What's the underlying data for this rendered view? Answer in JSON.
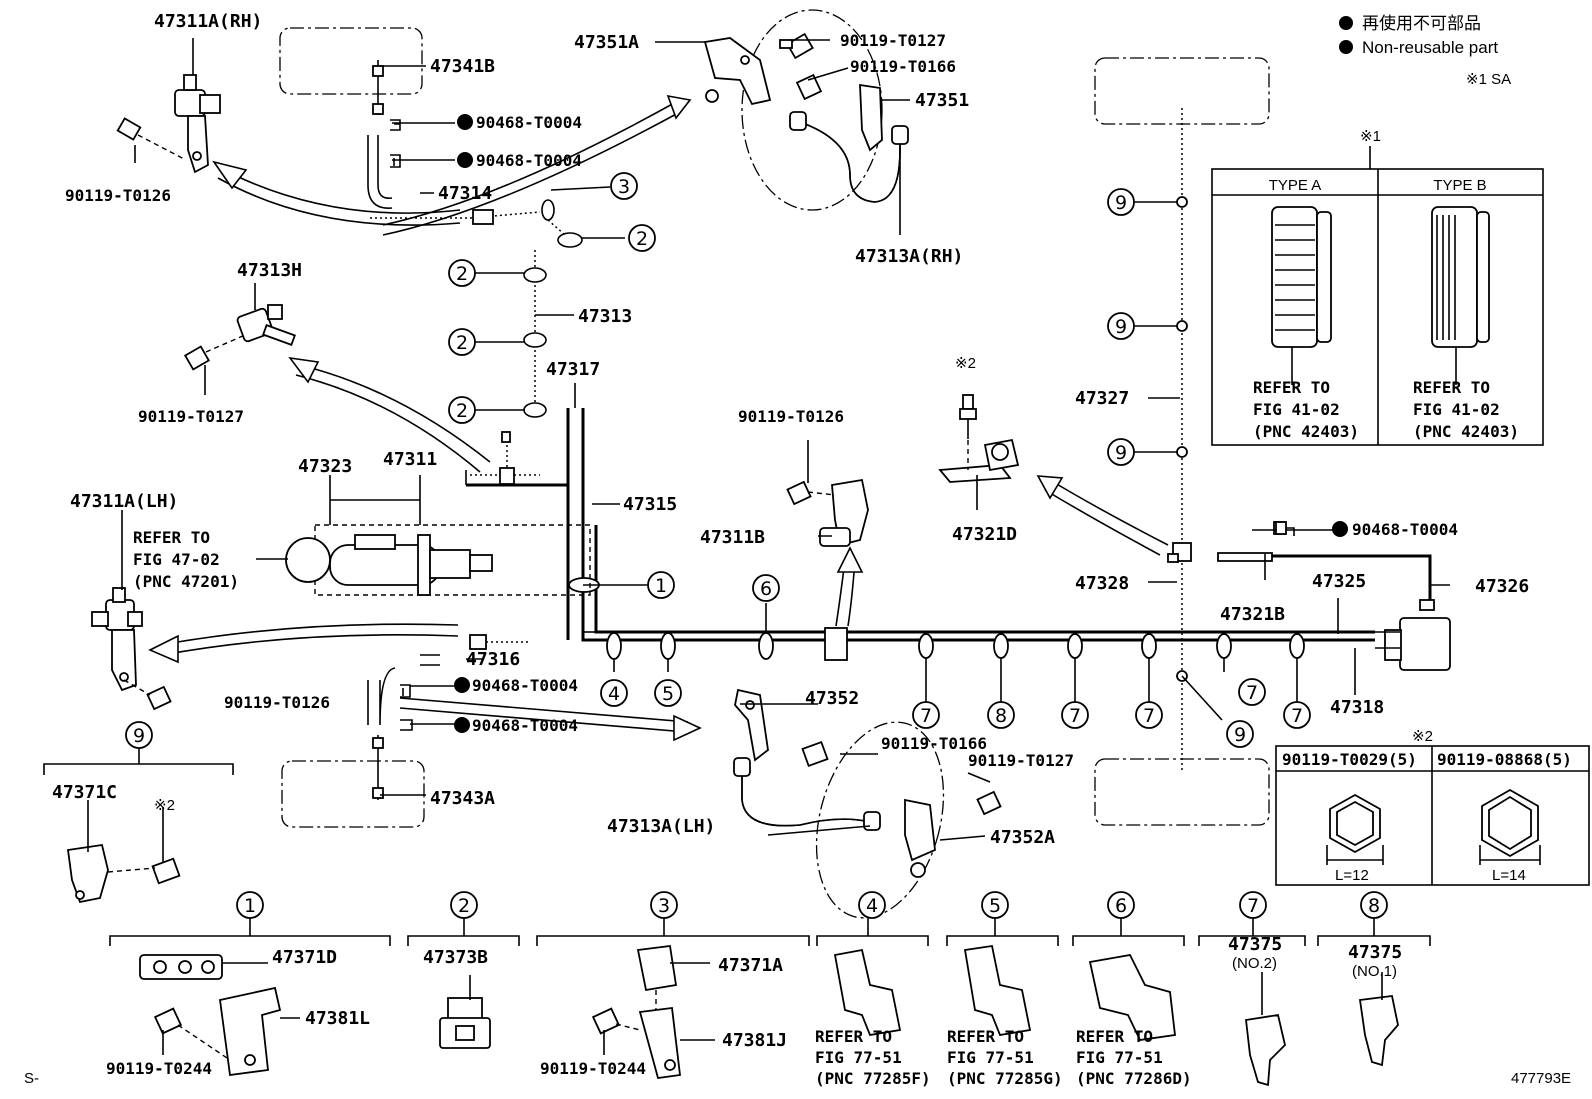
{
  "legend": {
    "non_reusable_jp": "再使用不可部品",
    "non_reusable_en": "Non-reusable part",
    "note1": "※1 SA",
    "mark1": "※1",
    "mark2": "※2"
  },
  "parts": {
    "p47311A_RH": "47311A(RH)",
    "p47341B": "47341B",
    "p90468_T0004": "90468-T0004",
    "p47314": "47314",
    "p90119_T0126": "90119-T0126",
    "p47351A": "47351A",
    "p90119_T0127": "90119-T0127",
    "p90119_T0166": "90119-T0166",
    "p47351": "47351",
    "p47313A_RH": "47313A(RH)",
    "p47313H": "47313H",
    "p47313": "47313",
    "p47317": "47317",
    "p47323": "47323",
    "p47311": "47311",
    "p47315": "47315",
    "p47311A_LH": "47311A(LH)",
    "p47316": "47316",
    "p47343A": "47343A",
    "p47311B": "47311B",
    "p47352": "47352",
    "p47313A_LH": "47313A(LH)",
    "p47352A": "47352A",
    "p47321D": "47321D",
    "p47327": "47327",
    "p47328": "47328",
    "p47321B": "47321B",
    "p47325": "47325",
    "p47326": "47326",
    "p47318": "47318",
    "p47371C": "47371C",
    "p47371D": "47371D",
    "p47381L": "47381L",
    "p90119_T0244": "90119-T0244",
    "p47373B": "47373B",
    "p47371A": "47371A",
    "p47381J": "47381J",
    "p47375": "47375",
    "no2": "(NO.2)",
    "no1": "(NO.1)"
  },
  "refs": {
    "refer_to": "REFER TO",
    "fig_47_02": "FIG 47-02",
    "pnc_47201": "(PNC 47201)",
    "fig_41_02": "FIG 41-02",
    "pnc_42403": "(PNC 42403)",
    "fig_77_51": "FIG 77-51",
    "pnc_77285F": "(PNC 77285F)",
    "pnc_77285G": "(PNC 77285G)",
    "pnc_77286D": "(PNC 77286D)"
  },
  "type_table": {
    "col_a": "TYPE A",
    "col_b": "TYPE B"
  },
  "bolt_table": {
    "col_a": "90119-T0029(5)",
    "col_b": "90119-08868(5)",
    "len_a": "L=12",
    "len_b": "L=14"
  },
  "callouts": {
    "c1": "1",
    "c2": "2",
    "c3": "3",
    "c4": "4",
    "c5": "5",
    "c6": "6",
    "c7": "7",
    "c8": "8",
    "c9": "9"
  },
  "footer": {
    "left": "S-",
    "code": "477793E"
  }
}
